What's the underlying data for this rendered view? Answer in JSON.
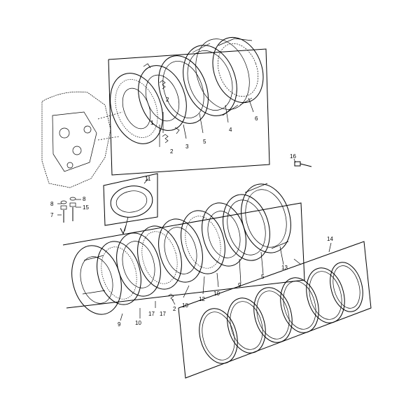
{
  "callouts": {
    "c1": "1",
    "c2a": "2",
    "c2b": "2",
    "c2c": "2",
    "c3": "3",
    "c4": "4",
    "c5a": "5",
    "c5b": "5",
    "c6": "6",
    "c7": "7",
    "c8a": "8",
    "c8b": "8",
    "c9a": "9",
    "c9b": "9",
    "c10a": "10",
    "c10b": "10",
    "c10c": "10",
    "c11": "11",
    "c12": "12",
    "c13": "13",
    "c14": "14",
    "c15": "15",
    "c16": "16",
    "c17a": "17",
    "c17b": "17"
  }
}
